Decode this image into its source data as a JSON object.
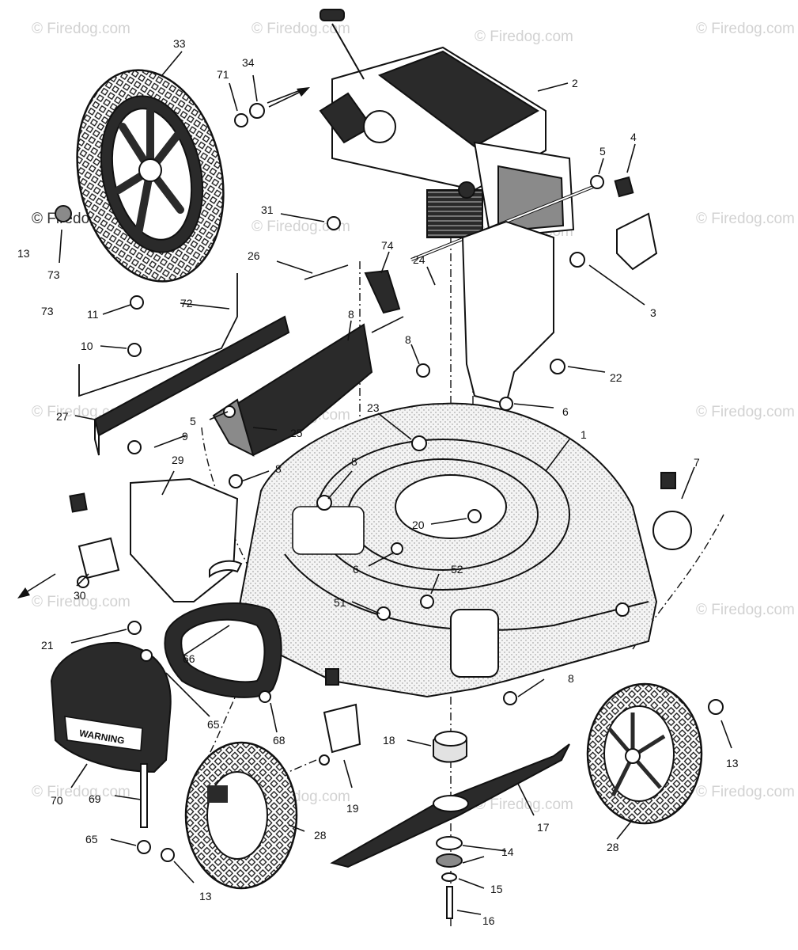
{
  "watermark": {
    "text": "© Firedog.com",
    "color": "#d2d2d2"
  },
  "warning_text": "WARNING",
  "callouts": [
    {
      "id": "c1",
      "text": "1"
    },
    {
      "id": "c2",
      "text": "2"
    },
    {
      "id": "c3",
      "text": "3"
    },
    {
      "id": "c4",
      "text": "4"
    },
    {
      "id": "c5a",
      "text": "5"
    },
    {
      "id": "c5b",
      "text": "5"
    },
    {
      "id": "c6a",
      "text": "6"
    },
    {
      "id": "c6b",
      "text": "6"
    },
    {
      "id": "c7",
      "text": "7"
    },
    {
      "id": "c8a",
      "text": "8"
    },
    {
      "id": "c8b",
      "text": "8"
    },
    {
      "id": "c8c",
      "text": "8"
    },
    {
      "id": "c8d",
      "text": "8"
    },
    {
      "id": "c8e",
      "text": "8"
    },
    {
      "id": "c9",
      "text": "9"
    },
    {
      "id": "c10",
      "text": "10"
    },
    {
      "id": "c11",
      "text": "11"
    },
    {
      "id": "c13a",
      "text": "13"
    },
    {
      "id": "c13b",
      "text": "13"
    },
    {
      "id": "c13c",
      "text": "13"
    },
    {
      "id": "c14",
      "text": "14"
    },
    {
      "id": "c15",
      "text": "15"
    },
    {
      "id": "c16",
      "text": "16"
    },
    {
      "id": "c17",
      "text": "17"
    },
    {
      "id": "c18",
      "text": "18"
    },
    {
      "id": "c19",
      "text": "19"
    },
    {
      "id": "c20",
      "text": "20"
    },
    {
      "id": "c21",
      "text": "21"
    },
    {
      "id": "c22",
      "text": "22"
    },
    {
      "id": "c23",
      "text": "23"
    },
    {
      "id": "c24",
      "text": "24"
    },
    {
      "id": "c25",
      "text": "25"
    },
    {
      "id": "c26",
      "text": "26"
    },
    {
      "id": "c27",
      "text": "27"
    },
    {
      "id": "c28a",
      "text": "28"
    },
    {
      "id": "c28b",
      "text": "28"
    },
    {
      "id": "c29",
      "text": "29"
    },
    {
      "id": "c30",
      "text": "30"
    },
    {
      "id": "c31",
      "text": "31"
    },
    {
      "id": "c33",
      "text": "33"
    },
    {
      "id": "c34",
      "text": "34"
    },
    {
      "id": "c51",
      "text": "51"
    },
    {
      "id": "c52",
      "text": "52"
    },
    {
      "id": "c65a",
      "text": "65"
    },
    {
      "id": "c65b",
      "text": "65"
    },
    {
      "id": "c66",
      "text": "66"
    },
    {
      "id": "c68",
      "text": "68"
    },
    {
      "id": "c69",
      "text": "69"
    },
    {
      "id": "c70",
      "text": "70"
    },
    {
      "id": "c71",
      "text": "71"
    },
    {
      "id": "c72",
      "text": "72"
    },
    {
      "id": "c73a",
      "text": "73"
    },
    {
      "id": "c73b",
      "text": "73"
    },
    {
      "id": "c74",
      "text": "74"
    }
  ]
}
